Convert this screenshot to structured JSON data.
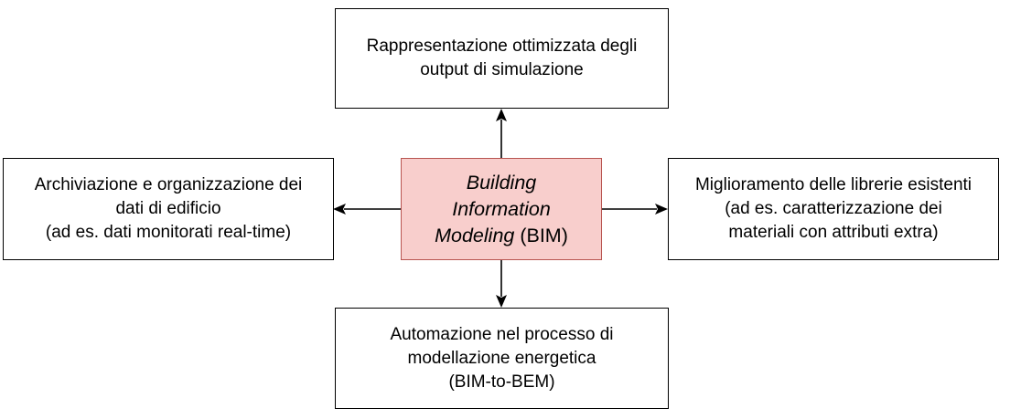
{
  "colors": {
    "center_fill": "#f8cecc",
    "center_border": "#b85450",
    "box_border": "#000000",
    "arrow": "#000000"
  },
  "center": {
    "line1": "Building",
    "line2": "Information",
    "line3_italic": "Modeling",
    "line3_rest": " (BIM)"
  },
  "top": {
    "line1": "Rappresentazione ottimizzata degli",
    "line2": "output di simulazione"
  },
  "left": {
    "line1": "Archiviazione e organizzazione dei",
    "line2": "dati di edificio",
    "line3": "(ad es. dati monitorati real-time)"
  },
  "right": {
    "line1": "Miglioramento delle librerie esistenti",
    "line2": "(ad es. caratterizzazione dei",
    "line3": "materiali con attributi extra)"
  },
  "bottom": {
    "line1": "Automazione nel processo di",
    "line2": "modellazione energetica",
    "line3": "(BIM-to-BEM)"
  }
}
